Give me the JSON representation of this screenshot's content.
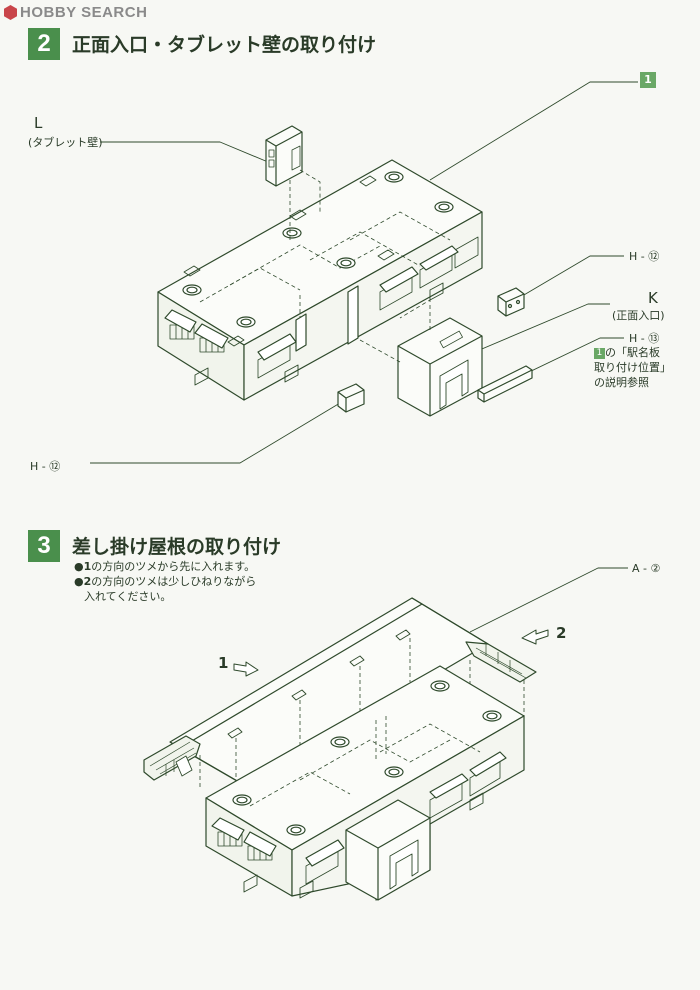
{
  "watermark": {
    "text": "HOBBY SEARCH"
  },
  "step2": {
    "number": "2",
    "title": "正面入口・タブレット壁の取り付け",
    "callout_1": "1",
    "label_L": "L",
    "label_L_sub": "(タブレット壁)",
    "label_H12_top": "H - ⑫",
    "label_K": "K",
    "label_K_sub": "(正面入口)",
    "label_H13": "H - ⑬",
    "note_box": "1",
    "note_line1": "の「駅名板",
    "note_line2": "取り付け位置」",
    "note_line3": "の説明参照",
    "label_H12_bottom": "H - ⑫"
  },
  "step3": {
    "number": "3",
    "title": "差し掛け屋根の取り付け",
    "bullet1_num": "1",
    "bullet1_text": "の方向のツメから先に入れます。",
    "bullet2_num": "2",
    "bullet2_text": "の方向のツメは少しひねりながら",
    "bullet2_text_cont": "入れてください。",
    "label_A2": "A - ②",
    "arrow1": "1",
    "arrow2": "2"
  },
  "colors": {
    "line": "#2f4a2c",
    "accent": "#4a8f4c"
  }
}
